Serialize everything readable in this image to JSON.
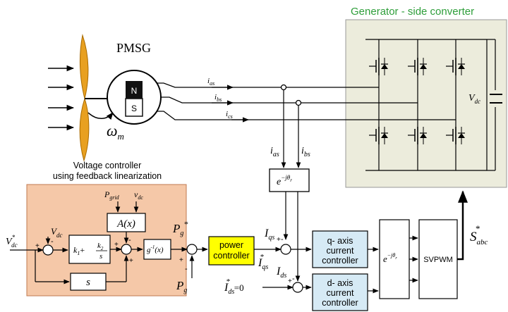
{
  "converter": {
    "title": "Generator - side converter",
    "vdc": "V",
    "vdc_sub": "dc"
  },
  "generator": {
    "label": "PMSG",
    "north": "N",
    "south": "S",
    "omega": "ω",
    "omega_sub": "m"
  },
  "currents": {
    "ias_top": "i",
    "ias_top_sub": "as",
    "ibs_top": "i",
    "ibs_top_sub": "bs",
    "ics_top": "i",
    "ics_top_sub": "cs",
    "ias": "i",
    "ias_sub": "as",
    "ibs": "i",
    "ibs_sub": "bs"
  },
  "transform": {
    "base": "e",
    "exp": "−jθ",
    "exp_sub": "r"
  },
  "voltage_controller": {
    "caption_line1": "Voltage controller",
    "caption_line2": "using feedback linearization",
    "vdc_ref": "V",
    "vdc_ref_sub": "dc",
    "vdc_ref_sup": "*",
    "vdc_fb": "V",
    "vdc_fb_sub": "dc",
    "pgrid": "P",
    "pgrid_sub": "grid",
    "vdc_in": "v",
    "vdc_in_sub": "dc",
    "ax": "A(x)",
    "pi_k1": "k",
    "pi_k1_sub": "1",
    "pi_plus": "+",
    "pi_k2": "k",
    "pi_k2_sub": "2",
    "pi_s": "s",
    "gx": "g",
    "gx_sup": "-1",
    "gx_arg": "(x)",
    "s_block": "s"
  },
  "signals": {
    "pg_ref": "P",
    "pg_ref_sub": "g",
    "pg_ref_sup": "*",
    "pg": "P",
    "pg_sub": "g",
    "iqs": "I",
    "iqs_sub": "qs",
    "iqs_ref": "I",
    "iqs_ref_sub": "qs",
    "iqs_ref_sup": "*",
    "ids": "I",
    "ids_sub": "ds",
    "ids_ref": "I",
    "ids_ref_sub": "ds",
    "ids_ref_sup": "*",
    "ids_ref_val": "=0",
    "sabc": "S",
    "sabc_sub": "abc",
    "sabc_sup": "*"
  },
  "blocks": {
    "power_line1": "power",
    "power_line2": "controller",
    "q_line1": "q- axis",
    "q_line2": "current",
    "q_line3": "controller",
    "d_line1": "d- axis",
    "d_line2": "current",
    "d_line3": "controller",
    "svpwm": "SVPWM"
  },
  "signs": {
    "plus": "+",
    "minus": "-"
  },
  "colors": {
    "controller_bg": "#f5c8a8",
    "power_block": "#ffff00",
    "current_block": "#d6eaf5",
    "converter_bg": "#ececdc",
    "converter_title": "#2e9e3a",
    "blade": "#e8a020"
  }
}
